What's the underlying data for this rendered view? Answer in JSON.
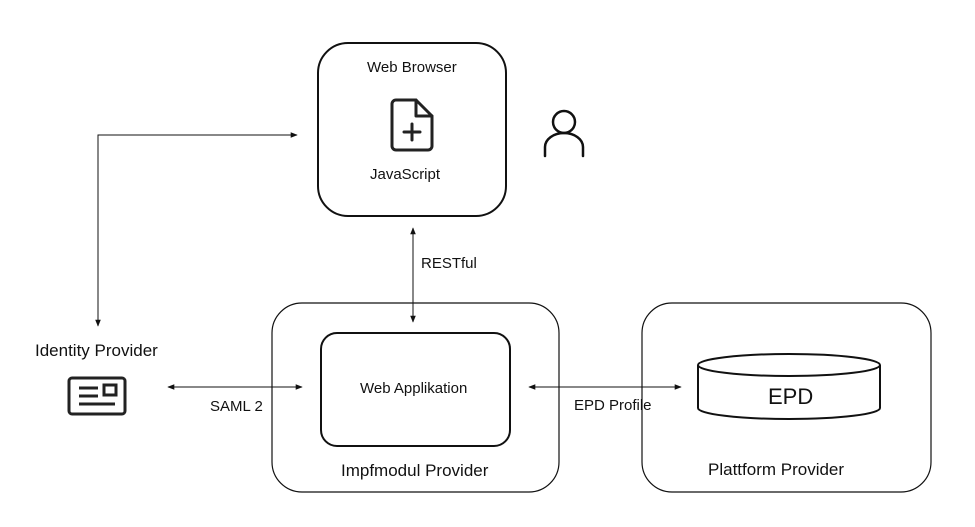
{
  "nodes": {
    "browser": {
      "title": "Web Browser",
      "script_label": "JavaScript",
      "icon": "file-plus-icon"
    },
    "user": {
      "icon": "user-icon"
    },
    "identity_provider": {
      "label": "Identity Provider",
      "icon": "id-card-icon"
    },
    "impfmodul_provider": {
      "label": "Impfmodul Provider"
    },
    "web_app": {
      "label": "Web Applikation"
    },
    "platform_provider": {
      "label": "Plattform Provider"
    },
    "epd": {
      "label": "EPD"
    }
  },
  "edges": {
    "restful": {
      "label": "RESTful"
    },
    "saml": {
      "label": "SAML 2"
    },
    "epd_profile": {
      "label": "EPD Profile"
    }
  },
  "colors": {
    "stroke": "#111111",
    "background": "#ffffff"
  }
}
